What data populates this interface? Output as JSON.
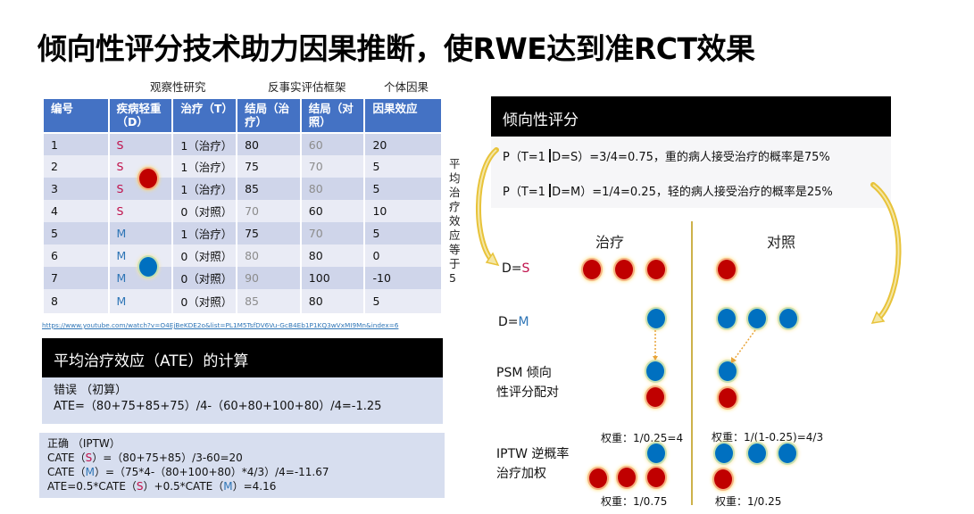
{
  "title": "倾向性评分技术助力因果推断，使RWE达到准RCT效果",
  "group_labels": {
    "observational": "观察性研究",
    "counterfactual": "反事实评估框架",
    "individual": "个体因果"
  },
  "table": {
    "headers": [
      "编号",
      "疾病轻重（D）",
      "治疗（T）",
      "结局（治疗）",
      "结局（对照）",
      "因果效应"
    ],
    "rows": [
      {
        "id": "1",
        "d": "S",
        "t": "1（治疗）",
        "y_treat": "80",
        "y_ctrl": "60",
        "effect": "20",
        "counterfactual": "ctrl"
      },
      {
        "id": "2",
        "d": "S",
        "t": "1（治疗）",
        "y_treat": "75",
        "y_ctrl": "70",
        "effect": "5",
        "counterfactual": "ctrl"
      },
      {
        "id": "3",
        "d": "S",
        "t": "1（治疗）",
        "y_treat": "85",
        "y_ctrl": "80",
        "effect": "5",
        "counterfactual": "ctrl"
      },
      {
        "id": "4",
        "d": "S",
        "t": "0（对照）",
        "y_treat": "70",
        "y_ctrl": "60",
        "effect": "10",
        "counterfactual": "treat"
      },
      {
        "id": "5",
        "d": "M",
        "t": "1（治疗）",
        "y_treat": "75",
        "y_ctrl": "70",
        "effect": "5",
        "counterfactual": "ctrl"
      },
      {
        "id": "6",
        "d": "M",
        "t": "0（对照）",
        "y_treat": "80",
        "y_ctrl": "80",
        "effect": "0",
        "counterfactual": "treat"
      },
      {
        "id": "7",
        "d": "M",
        "t": "0（对照）",
        "y_treat": "90",
        "y_ctrl": "100",
        "effect": "-10",
        "counterfactual": "treat"
      },
      {
        "id": "8",
        "d": "M",
        "t": "0（对照）",
        "y_treat": "85",
        "y_ctrl": "80",
        "effect": "5",
        "counterfactual": "treat"
      }
    ]
  },
  "side_note": "平均治疗效应等于5",
  "source_url": "https://www.youtube.com/watch?v=O4EjBeKDE2o&list=PL1M5TsfDV6Vu-GcB4Eb1P1KQ3wVxMI9Mn&index=6",
  "ate": {
    "header": "平均治疗效应（ATE）的计算",
    "wrong": {
      "label": "错误 （初算）",
      "formula": "ATE=（80+75+85+75）/4-（60+80+100+80）/4=-1.25"
    },
    "right": {
      "label": "正确 （IPTW）",
      "cate_s": {
        "pre": "CATE（",
        "sev": "S",
        "post": "）=（80+75+85）/3-60=20"
      },
      "cate_m": {
        "pre": "CATE（",
        "sev": "M",
        "post": "）=（75*4-（80+100+80）*4/3）/4=-11.67"
      },
      "ate": {
        "p1": "ATE=0.5*CATE（",
        "sev1": "S",
        "p2": "）+0.5*CATE（",
        "sev2": "M",
        "p3": "）=4.16"
      }
    }
  },
  "propensity": {
    "header": "倾向性评分",
    "line1": {
      "pre": "P（T=1 ",
      "post": "D=S）=3/4=0.75，重的病人接受治疗的概率是75%"
    },
    "line2": {
      "pre": "P（T=1 ",
      "post": "D=M）=1/4=0.25，轻的病人接受治疗的概率是25%"
    }
  },
  "diagram": {
    "col_treat": "治疗",
    "col_ctrl": "对照",
    "row_s": {
      "pre": "D=",
      "sev": "S"
    },
    "row_m": {
      "pre": "D=",
      "sev": "M"
    },
    "psm_label_1": "PSM 倾向",
    "psm_label_2": "性评分配对",
    "iptw_label_1": "IPTW 逆概率",
    "iptw_label_2": "治疗加权",
    "weight_treat_m": "权重：1/0.25=4",
    "weight_ctrl_m": "权重：1/(1-0.25)=4/3",
    "weight_treat_s": "权重：1/0.75",
    "weight_ctrl_s": "权重：1/0.25"
  },
  "colors": {
    "header_blue": "#4472c4",
    "severe_red": "#c00000",
    "mild_blue": "#0070c0",
    "arrow_gold": "#e8c33a",
    "panel_bg": "#d7deef"
  }
}
